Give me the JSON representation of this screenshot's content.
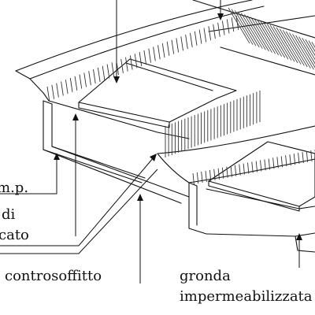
{
  "colors": {
    "background": "#ffffff",
    "line": "#111111",
    "hatch": "#333333"
  },
  "labels": {
    "label_mp": "m.p.",
    "label_di": "di",
    "label_cato": "cato",
    "label_controsoffitto": "controsoffitto",
    "label_gronda": "gronda",
    "label_impermeabilizzata": "impermeabilizzata"
  }
}
